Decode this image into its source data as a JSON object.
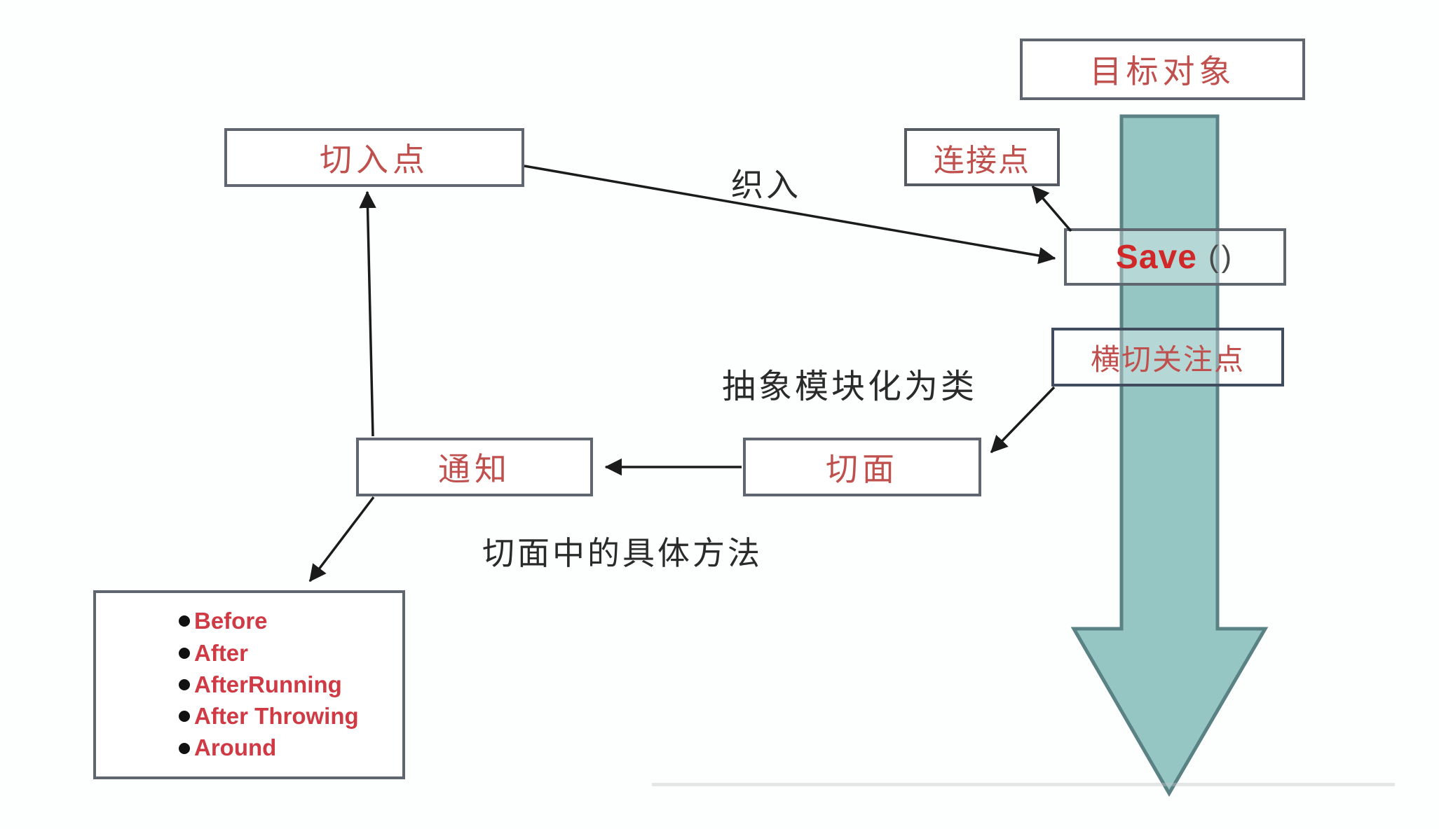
{
  "diagram": {
    "title": "AOP concept diagram",
    "boxes": {
      "target_object": {
        "label": "目标对象"
      },
      "pointcut": {
        "label": "切入点"
      },
      "join_point": {
        "label": "连接点"
      },
      "save_method": {
        "name": "Save",
        "paren": "()"
      },
      "crosscutting_concern": {
        "label": "横切关注点"
      },
      "advice": {
        "label": "通知"
      },
      "aspect": {
        "label": "切面"
      }
    },
    "labels": {
      "weaving": {
        "text": "织入"
      },
      "modularize": {
        "text": "抽象模块化为类"
      },
      "aspect_methods": {
        "text": "切面中的具体方法"
      }
    },
    "advice_list": {
      "items": [
        "Before",
        "After",
        "AfterRunning",
        "After Throwing",
        "Around"
      ]
    },
    "colors": {
      "accent_red": "#c0504d",
      "save_red": "#d02828",
      "list_red": "#cf3a44",
      "arrow_fill": "#96c6c4",
      "arrow_stroke": "#5a8285",
      "box_border": "#5f6670",
      "connector_black": "#1b1b1b"
    }
  }
}
